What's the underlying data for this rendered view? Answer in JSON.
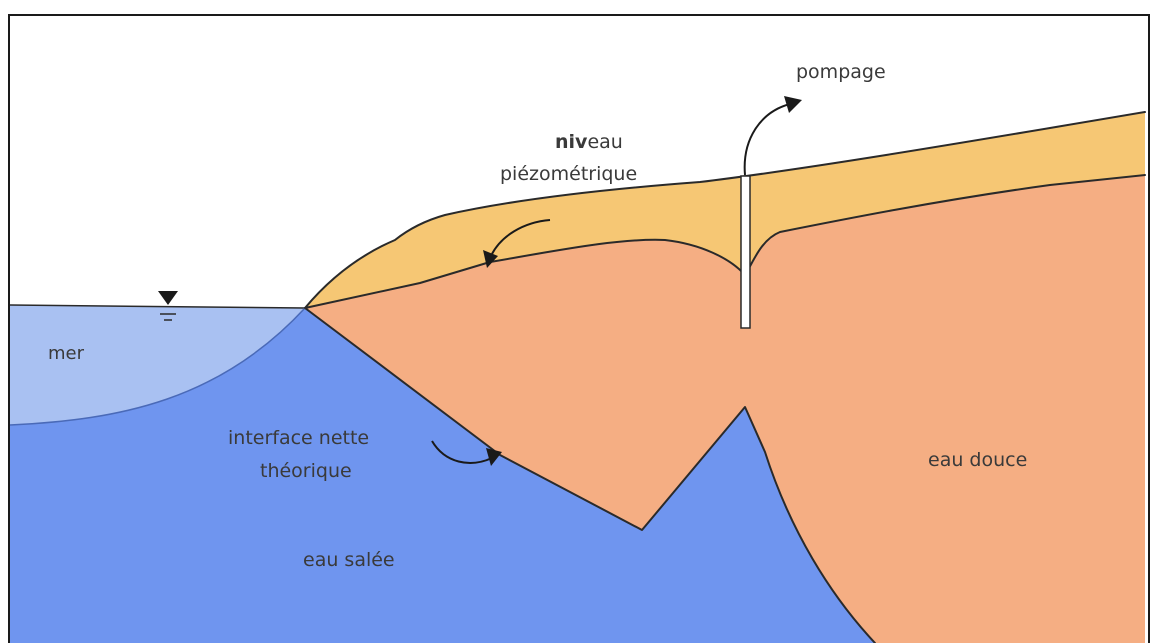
{
  "labels": {
    "sea": "mer",
    "pumping": "pompage",
    "piezometric_line1_bold": "niv",
    "piezometric_line1_rest": "eau",
    "piezometric_line2": "piézométrique",
    "interface_line1": "interface nette",
    "interface_line2": "théorique",
    "salt_water": "eau salée",
    "fresh_water": "eau douce"
  },
  "colors": {
    "sea": "#a9c1f2",
    "salt_water": "#6f95ef",
    "fresh_water": "#f5ae83",
    "unsaturated_zone": "#f6c774",
    "frame": "#1a1a1a",
    "outline": "#2a2a2a"
  },
  "icons": {
    "water_level": "water-level-triangle-icon",
    "pumping_arrow": "curved-arrow-icon",
    "piezometric_pointer": "curved-arrow-icon",
    "interface_pointer": "curved-arrow-icon"
  }
}
